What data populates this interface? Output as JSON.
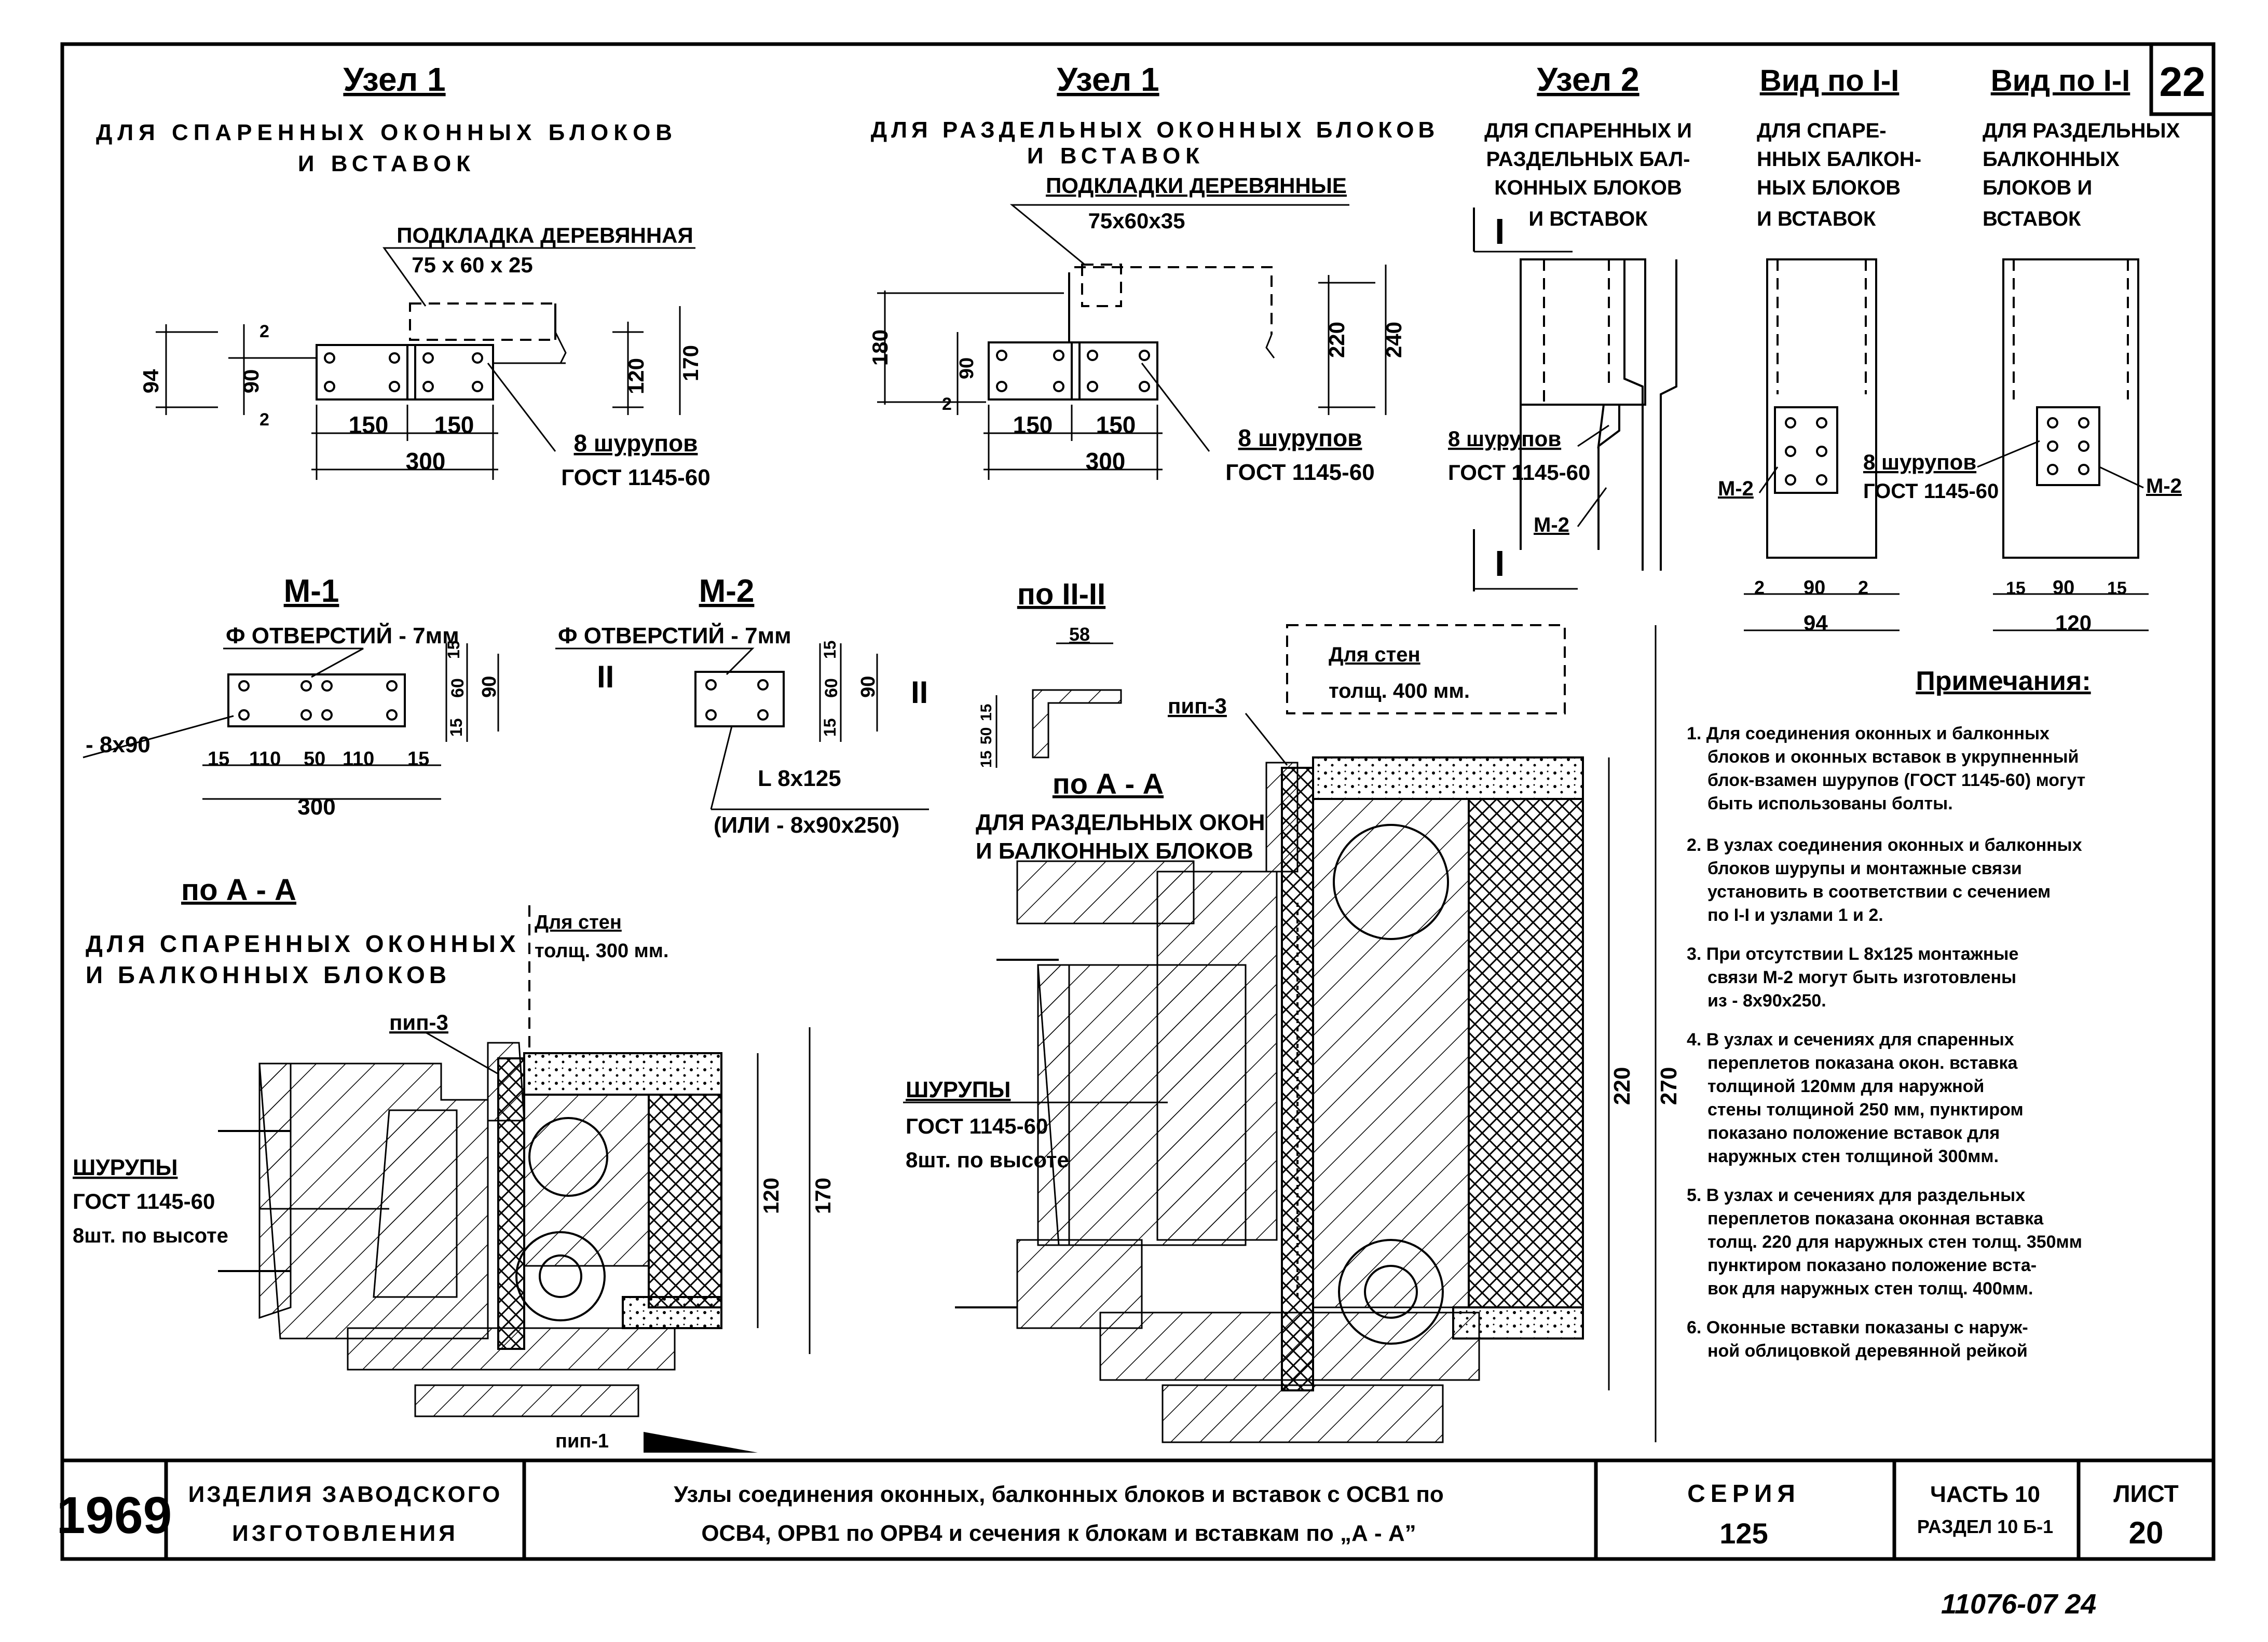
{
  "sheet": {
    "sheet_corner_number": "22",
    "bottom_stamp": "11076-07   24"
  },
  "node1_left": {
    "title": "Узел 1",
    "subtitle": "ДЛЯ СПАРЕННЫХ ОКОННЫХ БЛОКОВ",
    "subtitle2": "И ВСТАВОК",
    "pad_label": "ПОДКЛАДКА ДЕРЕВЯННАЯ",
    "pad_size": "75 х 60 х 25",
    "dim_94": "94",
    "dim_90": "90",
    "dim_2a": "2",
    "dim_2b": "2",
    "dim_120": "120",
    "dim_170": "170",
    "dim_150a": "150",
    "dim_150b": "150",
    "dim_300": "300",
    "screws": "8 шурупов",
    "gost": "ГОСТ  1145-60"
  },
  "node1_right": {
    "title": "Узел 1",
    "subtitle": "ДЛЯ РАЗДЕЛЬНЫХ ОКОННЫХ БЛОКОВ",
    "subtitle2": "И ВСТАВОК",
    "pad_label": "ПОДКЛАДКИ ДЕРЕВЯННЫЕ",
    "pad_size": "75х60х35",
    "dim_180": "180",
    "dim_90": "90",
    "dim_2": "2",
    "dim_220": "220",
    "dim_240": "240",
    "dim_150a": "150",
    "dim_150b": "150",
    "dim_300": "300",
    "screws": "8 шурупов",
    "gost": "ГОСТ  1145-60"
  },
  "node2": {
    "title": "Узел 2",
    "lines": [
      "ДЛЯ СПАРЕННЫХ И",
      "РАЗДЕЛЬНЫХ БАЛ-",
      "КОННЫХ БЛОКОВ",
      "И ВСТАВОК"
    ],
    "mark_top": "I",
    "mark_bottom": "I",
    "screws": "8 шурупов",
    "gost": "ГОСТ 1145-60",
    "m2": "М-2"
  },
  "view1": {
    "title": "Вид по I-I",
    "lines": [
      "ДЛЯ СПАРЕ-",
      "ННЫХ БАЛКОН-",
      "НЫХ БЛОКОВ",
      "И ВСТАВОК"
    ],
    "m2": "М-2",
    "dim_2a": "2",
    "dim_90": "90",
    "dim_2b": "2",
    "dim_94": "94"
  },
  "view2": {
    "title": "Вид по I-I",
    "lines": [
      "ДЛЯ РАЗДЕЛЬНЫХ",
      "БАЛКОННЫХ",
      "БЛОКОВ  И",
      "ВСТАВОК"
    ],
    "screws": "8 шурупов",
    "gost": "ГОСТ 1145-60",
    "m2": "М-2",
    "dim_15a": "15",
    "dim_90": "90",
    "dim_15b": "15",
    "dim_120": "120"
  },
  "m1": {
    "title": "М-1",
    "holes": "Ф ОТВЕРСТИЙ - 7мм",
    "strip": "- 8х90",
    "d15a": "15",
    "d110a": "110",
    "d50": "50",
    "d110b": "110",
    "d15b": "15",
    "d300": "300",
    "v15a": "15",
    "v60": "60",
    "v15b": "15",
    "v90": "90"
  },
  "m2": {
    "title": "М-2",
    "holes": "Ф ОТВЕРСТИЙ - 7мм",
    "cut_left": "II",
    "cut_right": "II",
    "angle": "L 8х125",
    "alt": "(ИЛИ - 8х90х250)",
    "v15a": "15",
    "v60": "60",
    "v15b": "15",
    "v90": "90"
  },
  "section_ii": {
    "title": "по II-II",
    "d58": "58",
    "d15a": "15",
    "d50": "50",
    "d15b": "15"
  },
  "section_aa_left": {
    "title": "по А - А",
    "line1": "ДЛЯ СПАРЕННЫХ ОКОННЫХ",
    "line2": "И БАЛКОННЫХ  БЛОКОВ",
    "wall1": "Для стен",
    "wall2": "толщ. 300 мм.",
    "pip3": "пип-3",
    "pip1": "пип-1",
    "screws1": "ШУРУПЫ",
    "screws2": "ГОСТ 1145-60",
    "screws3": "8шт. по высоте",
    "d120": "120",
    "d170": "170"
  },
  "section_aa_right": {
    "title": "по А - А",
    "line1": "ДЛЯ РАЗДЕЛЬНЫХ ОКОН",
    "line2": "И БАЛКОННЫХ БЛОКОВ",
    "wall1": "Для стен",
    "wall2": "толщ. 400 мм.",
    "pip3": "пип-3",
    "screws1": "ШУРУПЫ",
    "screws2": "ГОСТ  1145-60",
    "screws3": "8шт. по высоте",
    "d220": "220",
    "d270": "270"
  },
  "notes": {
    "title": "Примечания:",
    "items": [
      [
        "1. Для соединения оконных и балконных",
        "блоков и оконных вставок в укрупненный",
        "блок-взамен шурупов (ГОСТ 1145-60) могут",
        "быть использованы болты."
      ],
      [
        "2. В узлах соединения оконных и балконных",
        "блоков шурупы и монтажные связи",
        "установить в соответствии с сечением",
        "по I-I и узлами  1 и 2."
      ],
      [
        "3. При отсутствии L 8х125 монтажные",
        "связи М-2 могут быть изготовлены",
        "из  - 8х90х250."
      ],
      [
        "4. В узлах и сечениях для спаренных",
        "переплетов показана окон. вставка",
        "толщиной 120мм для наружной",
        "стены толщиной 250 мм, пунктиром",
        "показано положение вставок для",
        "наружных стен толщиной 300мм."
      ],
      [
        "5. В узлах и сечениях для раздельных",
        "переплетов показана оконная вставка",
        "толщ. 220 для наружных стен толщ. 350мм",
        "пунктиром показано положение вста-",
        "вок для наружных стен толщ. 400мм."
      ],
      [
        "6. Оконные вставки показаны с наруж-",
        "ной облицовкой деревянной рейкой"
      ]
    ]
  },
  "title_block": {
    "year": "1969",
    "category1": "ИЗДЕЛИЯ ЗАВОДСКОГО",
    "category2": "ИЗГОТОВЛЕНИЯ",
    "description1": "Узлы соединения оконных, балконных блоков и вставок с ОСВ1 по",
    "description2": "ОСВ4, ОРВ1 по ОРВ4 и сечения к блокам и вставкам  по „А - А”",
    "series_label": "СЕРИЯ",
    "series_value": "125",
    "part_label": "ЧАСТЬ 10",
    "part_value": "РАЗДЕЛ 10 Б-1",
    "sheet_label": "ЛИСТ",
    "sheet_value": "20"
  }
}
